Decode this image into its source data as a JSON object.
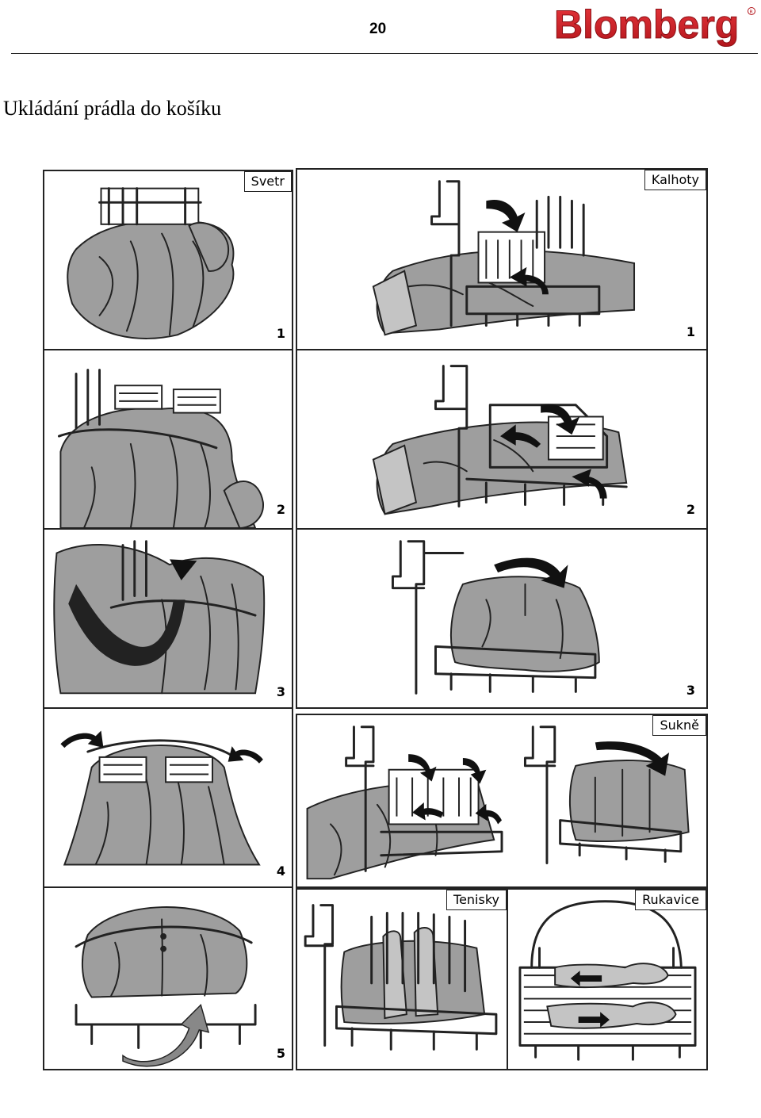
{
  "header": {
    "page_number": "20",
    "brand": "Blomberg",
    "brand_color": "#d21f26"
  },
  "title": "Ukládání prádla do košíku",
  "panels": {
    "svetr_1": {
      "label": "Svetr",
      "step": "1"
    },
    "svetr_2": {
      "step": "2"
    },
    "svetr_3": {
      "step": "3"
    },
    "svetr_4": {
      "step": "4"
    },
    "svetr_5": {
      "step": "5"
    },
    "kalhoty_1": {
      "label": "Kalhoty",
      "step": "1"
    },
    "kalhoty_2": {
      "step": "2"
    },
    "kalhoty_3": {
      "step": "3"
    },
    "sukne": {
      "label": "Sukně"
    },
    "tenisky": {
      "label": "Tenisky"
    },
    "rukavice": {
      "label": "Rukavice"
    }
  }
}
